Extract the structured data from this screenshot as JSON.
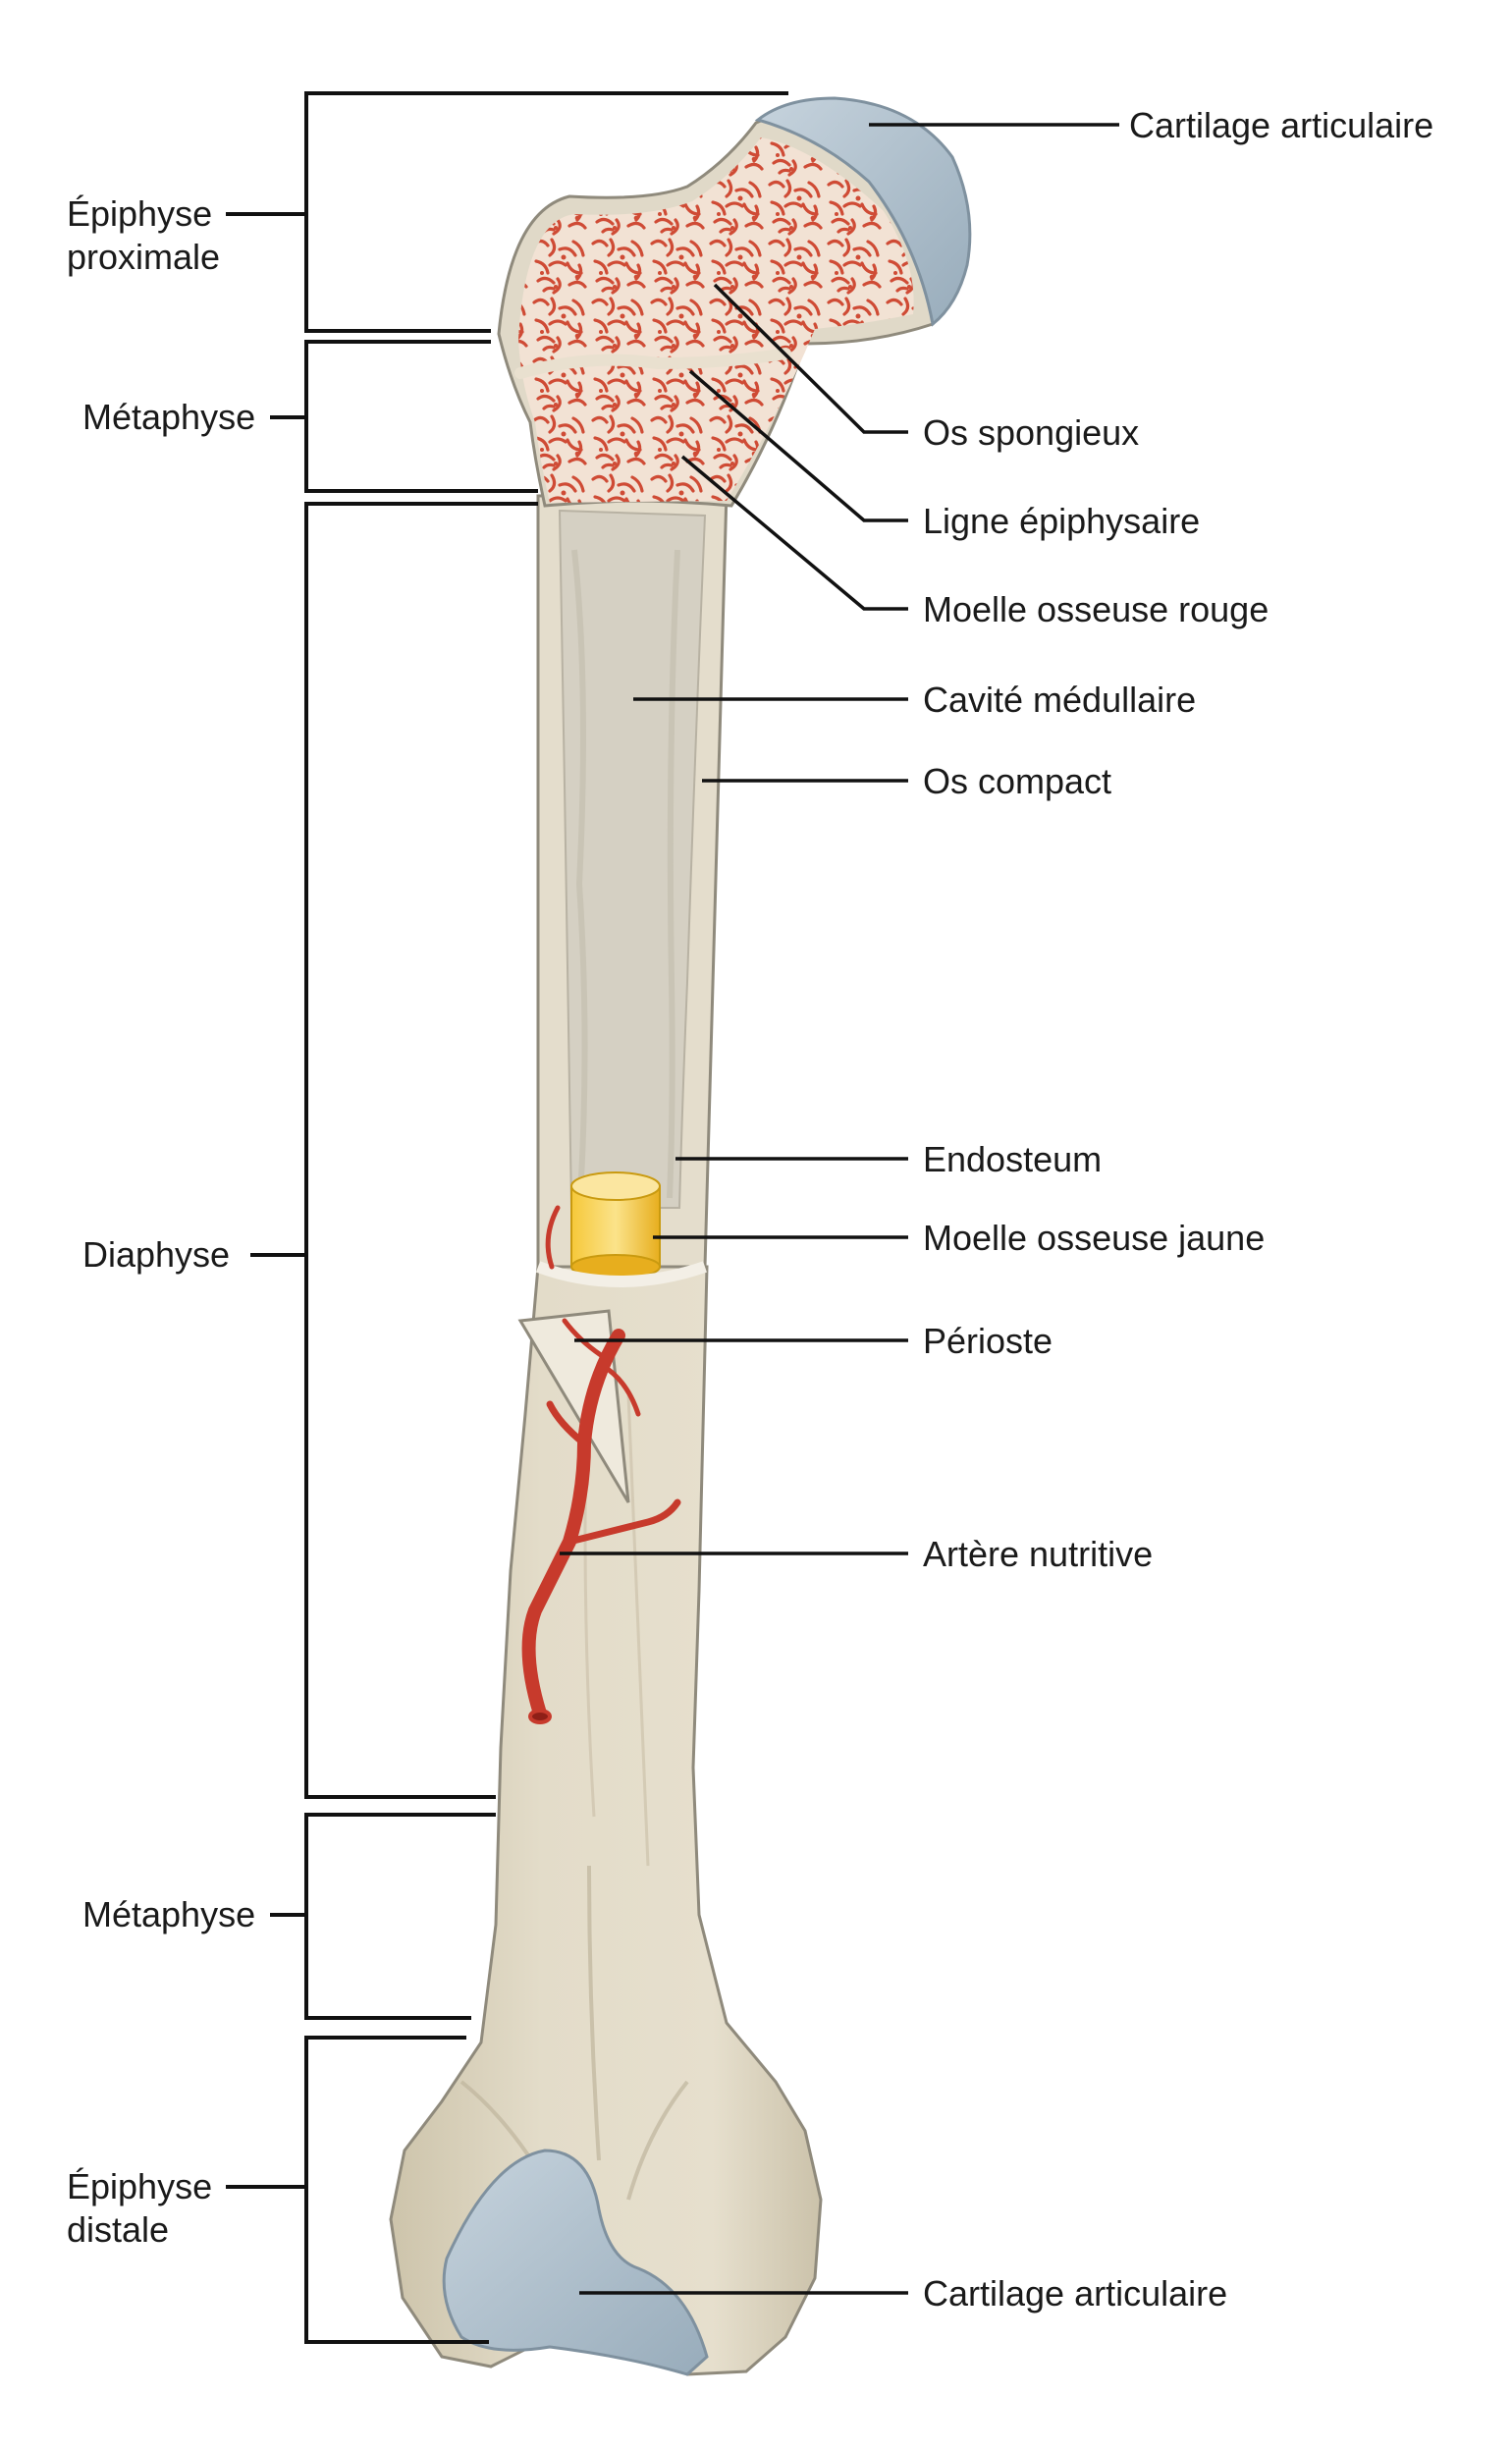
{
  "labels": {
    "left": {
      "epiphyse_proximale": [
        "Épiphyse",
        "proximale"
      ],
      "metaphyse_top": "Métaphyse",
      "diaphyse": "Diaphyse",
      "metaphyse_bottom": "Métaphyse",
      "epiphyse_distale": [
        "Épiphyse",
        "distale"
      ]
    },
    "right": {
      "cartilage_top": "Cartilage articulaire",
      "os_spongieux": "Os spongieux",
      "ligne_epiphysaire": "Ligne épiphysaire",
      "moelle_rouge": "Moelle osseuse rouge",
      "cavite_medullaire": "Cavité médullaire",
      "os_compact": "Os compact",
      "endosteum": "Endosteum",
      "moelle_jaune": "Moelle osseuse jaune",
      "perioste": "Périoste",
      "artere_nutritive": "Artère nutritive",
      "cartilage_bottom": "Cartilage articulaire"
    }
  },
  "colors": {
    "bone": "#ddd6c3",
    "bone_shadow": "#c9c0a8",
    "bone_outline": "#8f8a7c",
    "cavity": "#d3cfc2",
    "spongy_bg": "#f2e2d4",
    "red_marrow": "#cf4b35",
    "cartilage": "#aebfcc",
    "cartilage_light": "#c8d6e0",
    "yellow_marrow": "#f1c232",
    "artery": "#c73a2c",
    "leader": "#111111"
  }
}
